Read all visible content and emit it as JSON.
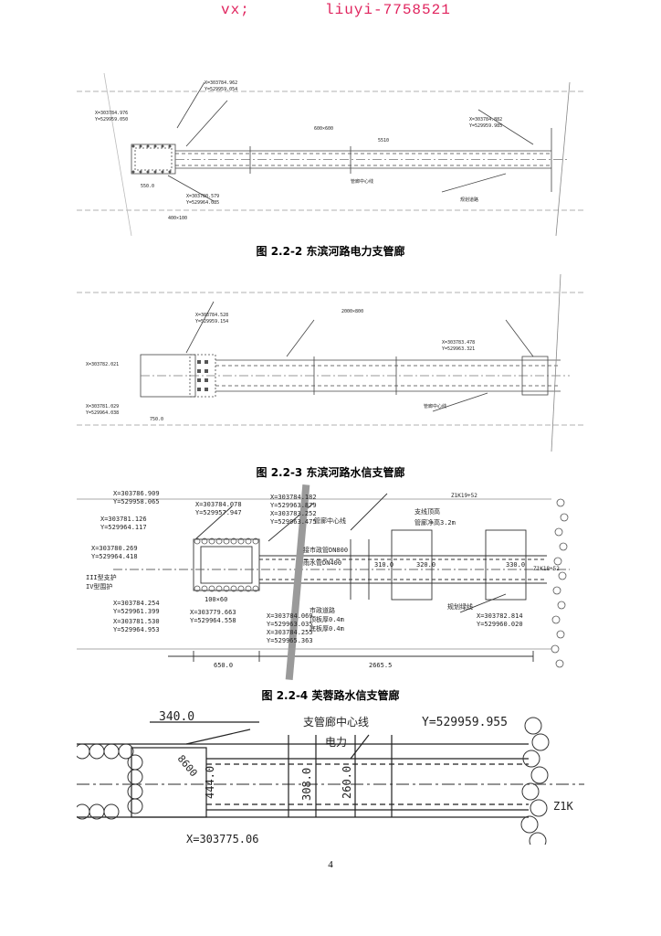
{
  "watermark": {
    "left": "vx;",
    "right": "liuyi-7758521"
  },
  "figures": [
    {
      "caption": "图 2.2-2  东滨河路电力支管廊",
      "labels": [
        "X=303784.962",
        "Y=529959.054",
        "X=303784.976",
        "Y=529959.050",
        "550.0",
        "管廊中心线",
        "X=303784.882",
        "Y=529959.985",
        "5510",
        "600×600",
        "规划道路",
        "X=303780.579",
        "Y=529964.085",
        "400×100"
      ]
    },
    {
      "caption": "图 2.2-3  东滨河路水信支管廊",
      "labels": [
        "X=303784.528",
        "Y=529959.154",
        "X=303781.029",
        "Y=529964.038",
        "2000×800",
        "X=303783.478",
        "Y=529963.321",
        "750.0",
        "管廊中心线",
        "X=303782.021"
      ]
    },
    {
      "caption": "图 2.2-4  芙蓉路水信支管廊",
      "labels": [
        "X=303786.909",
        "Y=529958.065",
        "X=303784.078",
        "Y=529957.947",
        "X=303784.182",
        "Y=529963.879",
        "X=303781.126",
        "Y=529964.117",
        "X=303783.252",
        "Y=529963.475",
        "X=303780.269",
        "Y=529964.418",
        "X=303784.254",
        "Y=529961.399",
        "X=303781.530",
        "Y=529964.953",
        "X=303779.663",
        "Y=529964.558",
        "X=303784.069",
        "Y=529963.035",
        "X=303784.255",
        "Y=529965.363",
        "100×60",
        "管廊中心线",
        "接市政管DN800",
        "雨水管DN400",
        "310.0",
        "320.0",
        "330.0",
        "650.0",
        "2665.5",
        "X=303782.814",
        "Y=529960.020",
        "支线顶高",
        "管廊净高3.2m",
        "市政道路",
        "顶板厚0.4m",
        "底板厚0.4m",
        "规划绿线",
        "Z1K18+52",
        "Z1K19+52",
        "III型支护",
        "IV型围护"
      ]
    },
    {
      "caption": "",
      "labels": [
        "340.0",
        "支管廊中心线",
        "Y=529959.955",
        "电力",
        "444.0",
        "308.0",
        "260.0",
        "X=303775.06",
        "8600",
        "Z1K"
      ]
    }
  ],
  "page_number": "4"
}
